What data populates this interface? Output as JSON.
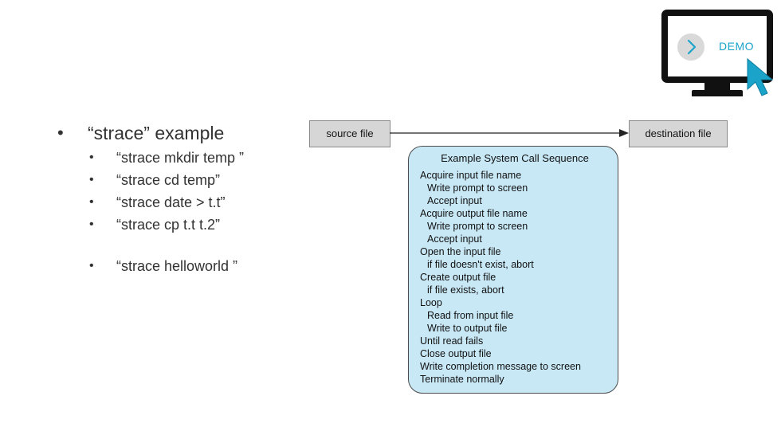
{
  "bullets": {
    "main": "“strace”  example",
    "sub": [
      "“strace mkdir temp ”",
      "“strace  cd temp”",
      "“strace  date > t.t”",
      "“strace  cp t.t t.2”"
    ],
    "extra": "“strace helloworld ”"
  },
  "demo": {
    "label": "DEMO",
    "accent_color": "#1ba3c9"
  },
  "diagram": {
    "source_label": "source file",
    "destination_label": "destination  file",
    "box_title": "Example System Call Sequence",
    "box_color": "#c8e8f6",
    "lines": [
      {
        "text": "Acquire input file name",
        "indent": 0
      },
      {
        "text": "Write prompt to screen",
        "indent": 1
      },
      {
        "text": "Accept input",
        "indent": 1
      },
      {
        "text": "Acquire output file name",
        "indent": 0
      },
      {
        "text": "Write prompt to screen",
        "indent": 1
      },
      {
        "text": "Accept input",
        "indent": 1
      },
      {
        "text": "Open the input file",
        "indent": 0
      },
      {
        "text": "if file doesn't exist, abort",
        "indent": 1
      },
      {
        "text": "Create output file",
        "indent": 0
      },
      {
        "text": "if file exists, abort",
        "indent": 1
      },
      {
        "text": "Loop",
        "indent": 0
      },
      {
        "text": "Read from input file",
        "indent": 1
      },
      {
        "text": "Write to output file",
        "indent": 1
      },
      {
        "text": "Until read fails",
        "indent": 0
      },
      {
        "text": "Close output file",
        "indent": 0
      },
      {
        "text": "Write completion message to screen",
        "indent": 0
      },
      {
        "text": "Terminate normally",
        "indent": 0
      }
    ]
  }
}
